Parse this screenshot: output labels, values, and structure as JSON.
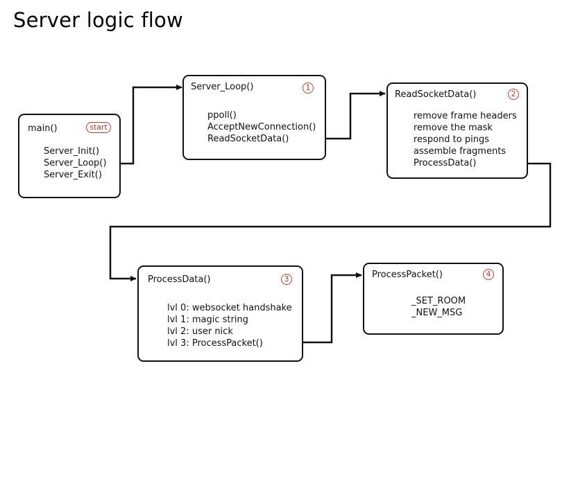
{
  "title": "Server logic flow",
  "colors": {
    "badge": "#c0392b",
    "line": "#111111"
  },
  "nodes": {
    "main": {
      "name": "main()",
      "badge": "start",
      "items": [
        "Server_Init()",
        "Server_Loop()",
        "Server_Exit()"
      ]
    },
    "server_loop": {
      "name": "Server_Loop()",
      "badge": "1",
      "items": [
        "ppoll()",
        "AcceptNewConnection()",
        "ReadSocketData()"
      ]
    },
    "read_socket": {
      "name": "ReadSocketData()",
      "badge": "2",
      "items": [
        "remove frame headers",
        "remove the mask",
        "respond to pings",
        "assemble fragments",
        "ProcessData()"
      ]
    },
    "process_data": {
      "name": "ProcessData()",
      "badge": "3",
      "items": [
        "lvl 0: websocket handshake",
        "lvl 1: magic string",
        "lvl 2: user nick",
        "lvl 3: ProcessPacket()"
      ]
    },
    "process_packet": {
      "name": "ProcessPacket()",
      "badge": "4",
      "items": [
        "_SET_ROOM",
        "_NEW_MSG"
      ]
    }
  }
}
